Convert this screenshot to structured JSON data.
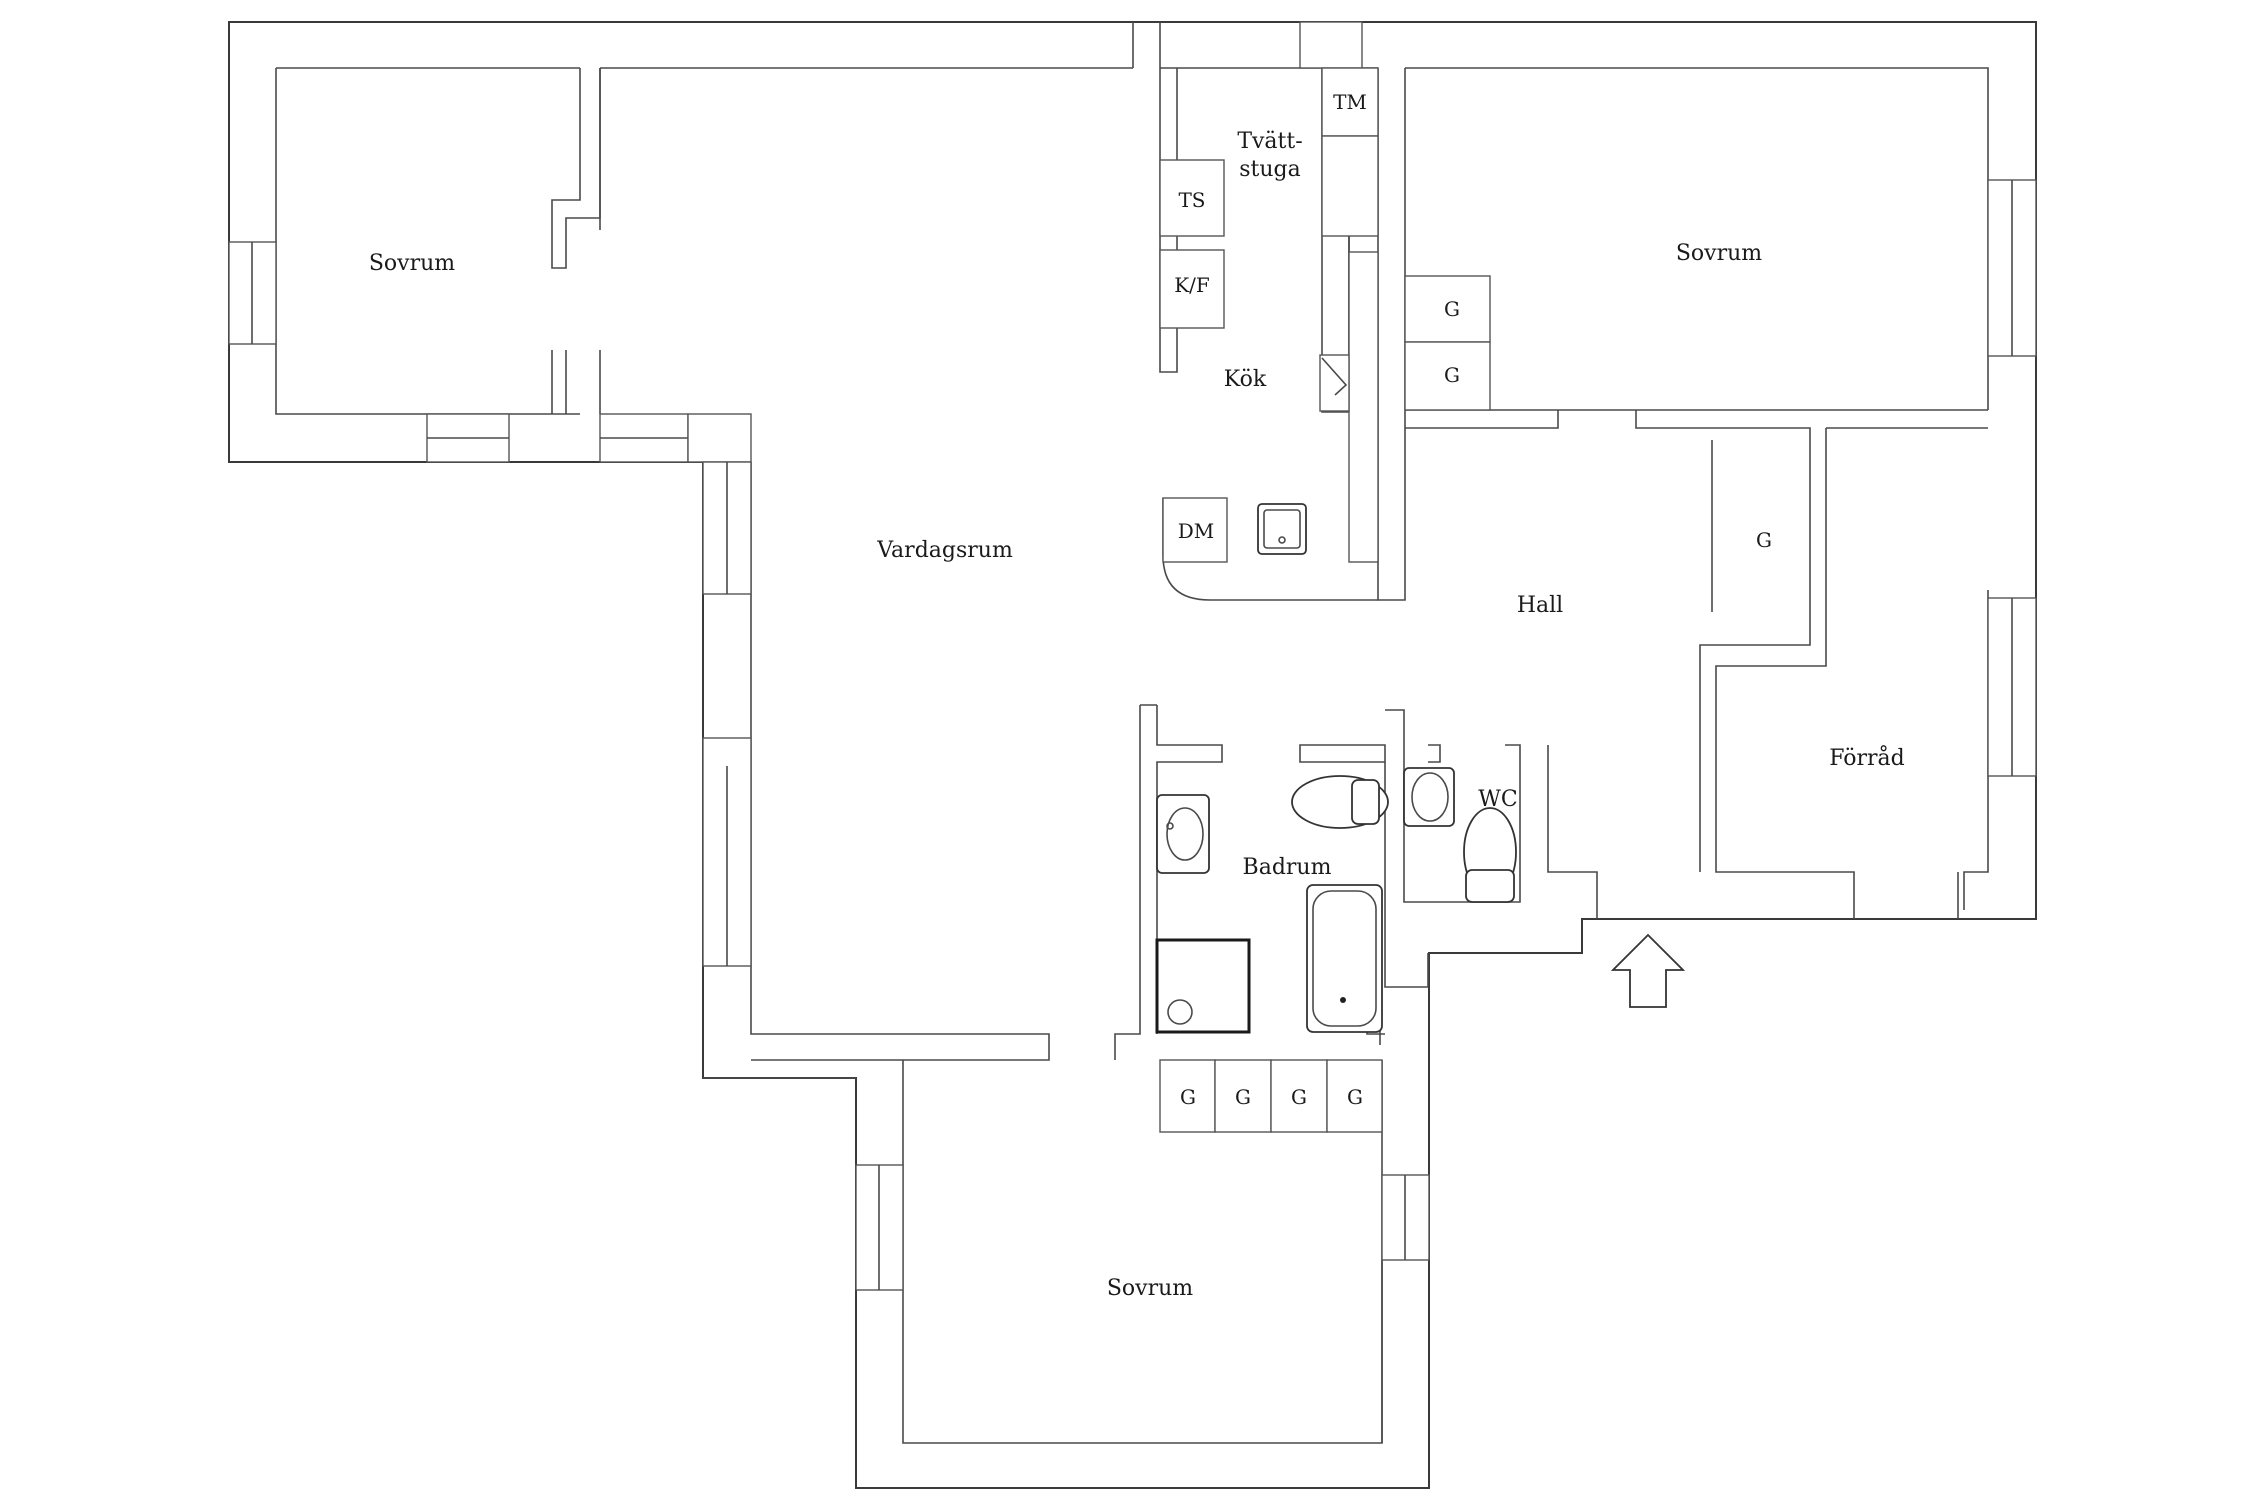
{
  "floor_plan": {
    "rooms": {
      "sovrum_nw": "Sovrum",
      "vardagsrum": "Vardagsrum",
      "tvattstuga_line1": "Tvätt-",
      "tvattstuga_line2": "stuga",
      "kok": "Kök",
      "sovrum_ne": "Sovrum",
      "hall": "Hall",
      "forrad": "Förråd",
      "badrum": "Badrum",
      "wc": "WC",
      "sovrum_s": "Sovrum"
    },
    "appliances": {
      "tm": "TM",
      "ts": "TS",
      "kf": "K/F",
      "dm": "DM"
    },
    "wardrobes": {
      "g_ne_1": "G",
      "g_ne_2": "G",
      "g_hall": "G",
      "g_s_1": "G",
      "g_s_2": "G",
      "g_s_3": "G",
      "g_s_4": "G"
    },
    "colors": {
      "wall_line": "#3a3a3a",
      "background": "#ffffff",
      "text": "#1a1a1a"
    },
    "icons": [
      "entrance-arrow-icon",
      "sink-icon",
      "toilet-icon",
      "bathtub-icon",
      "shower-icon",
      "stove-icon"
    ]
  }
}
